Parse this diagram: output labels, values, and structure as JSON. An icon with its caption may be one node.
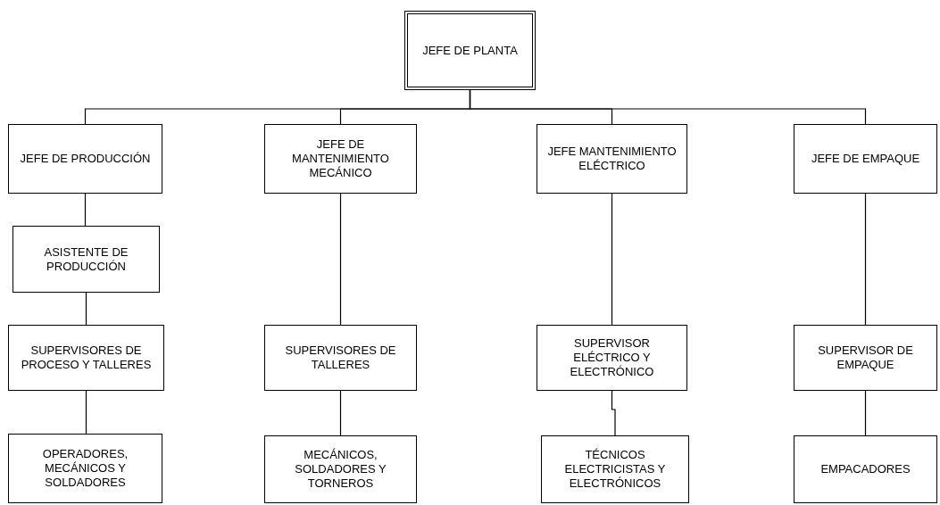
{
  "diagram": {
    "nodes": [
      {
        "text": [
          "JEFE DE PLANTA"
        ]
      },
      {
        "text": [
          "JEFE DE PRODUCCIÓN"
        ]
      },
      {
        "text": [
          "JEFE DE MANTENIMIENTO MECÁNICO"
        ]
      },
      {
        "text": [
          "JEFE MANTENIMIENTO ELÉCTRICO"
        ]
      },
      {
        "text": [
          "JEFE DE EMPAQUE"
        ]
      },
      {
        "text": [
          "ASISTENTE DE PRODUCCIÓN"
        ]
      },
      {
        "text": [
          "SUPERVISORES DE PROCESO Y TALLERES"
        ]
      },
      {
        "text": [
          "SUPERVISORES DE TALLERES"
        ]
      },
      {
        "text": [
          "SUPERVISOR ELÉCTRICO Y ELECTRÓNICO"
        ]
      },
      {
        "text": [
          "SUPERVISOR DE EMPAQUE"
        ]
      },
      {
        "text": [
          "OPERADORES, MECÁNICOS Y SOLDADORES"
        ]
      },
      {
        "text": [
          "MECÁNICOS, SOLDADORES Y TORNEROS"
        ]
      },
      {
        "text": [
          "TÉCNICOS ELECTRICISTAS Y ELECTRÓNICOS"
        ]
      },
      {
        "text": [
          "EMPACADORES"
        ]
      }
    ],
    "edges": [
      {
        "from": 0,
        "to": 1,
        "arrow": "none"
      },
      {
        "from": 0,
        "to": 2,
        "arrow": "none"
      },
      {
        "from": 0,
        "to": 3,
        "arrow": "none"
      },
      {
        "from": 0,
        "to": 4,
        "arrow": "none"
      },
      {
        "from": 1,
        "to": 5,
        "arrow": "none"
      },
      {
        "from": 5,
        "to": 6,
        "arrow": "none"
      },
      {
        "from": 6,
        "to": 10,
        "arrow": "none"
      },
      {
        "from": 2,
        "to": 7,
        "arrow": "none"
      },
      {
        "from": 7,
        "to": 11,
        "arrow": "none"
      },
      {
        "from": 3,
        "to": 8,
        "arrow": "none"
      },
      {
        "from": 8,
        "to": 12,
        "arrow": "none"
      },
      {
        "from": 4,
        "to": 9,
        "arrow": "none"
      },
      {
        "from": 9,
        "to": 13,
        "arrow": "none"
      }
    ]
  }
}
